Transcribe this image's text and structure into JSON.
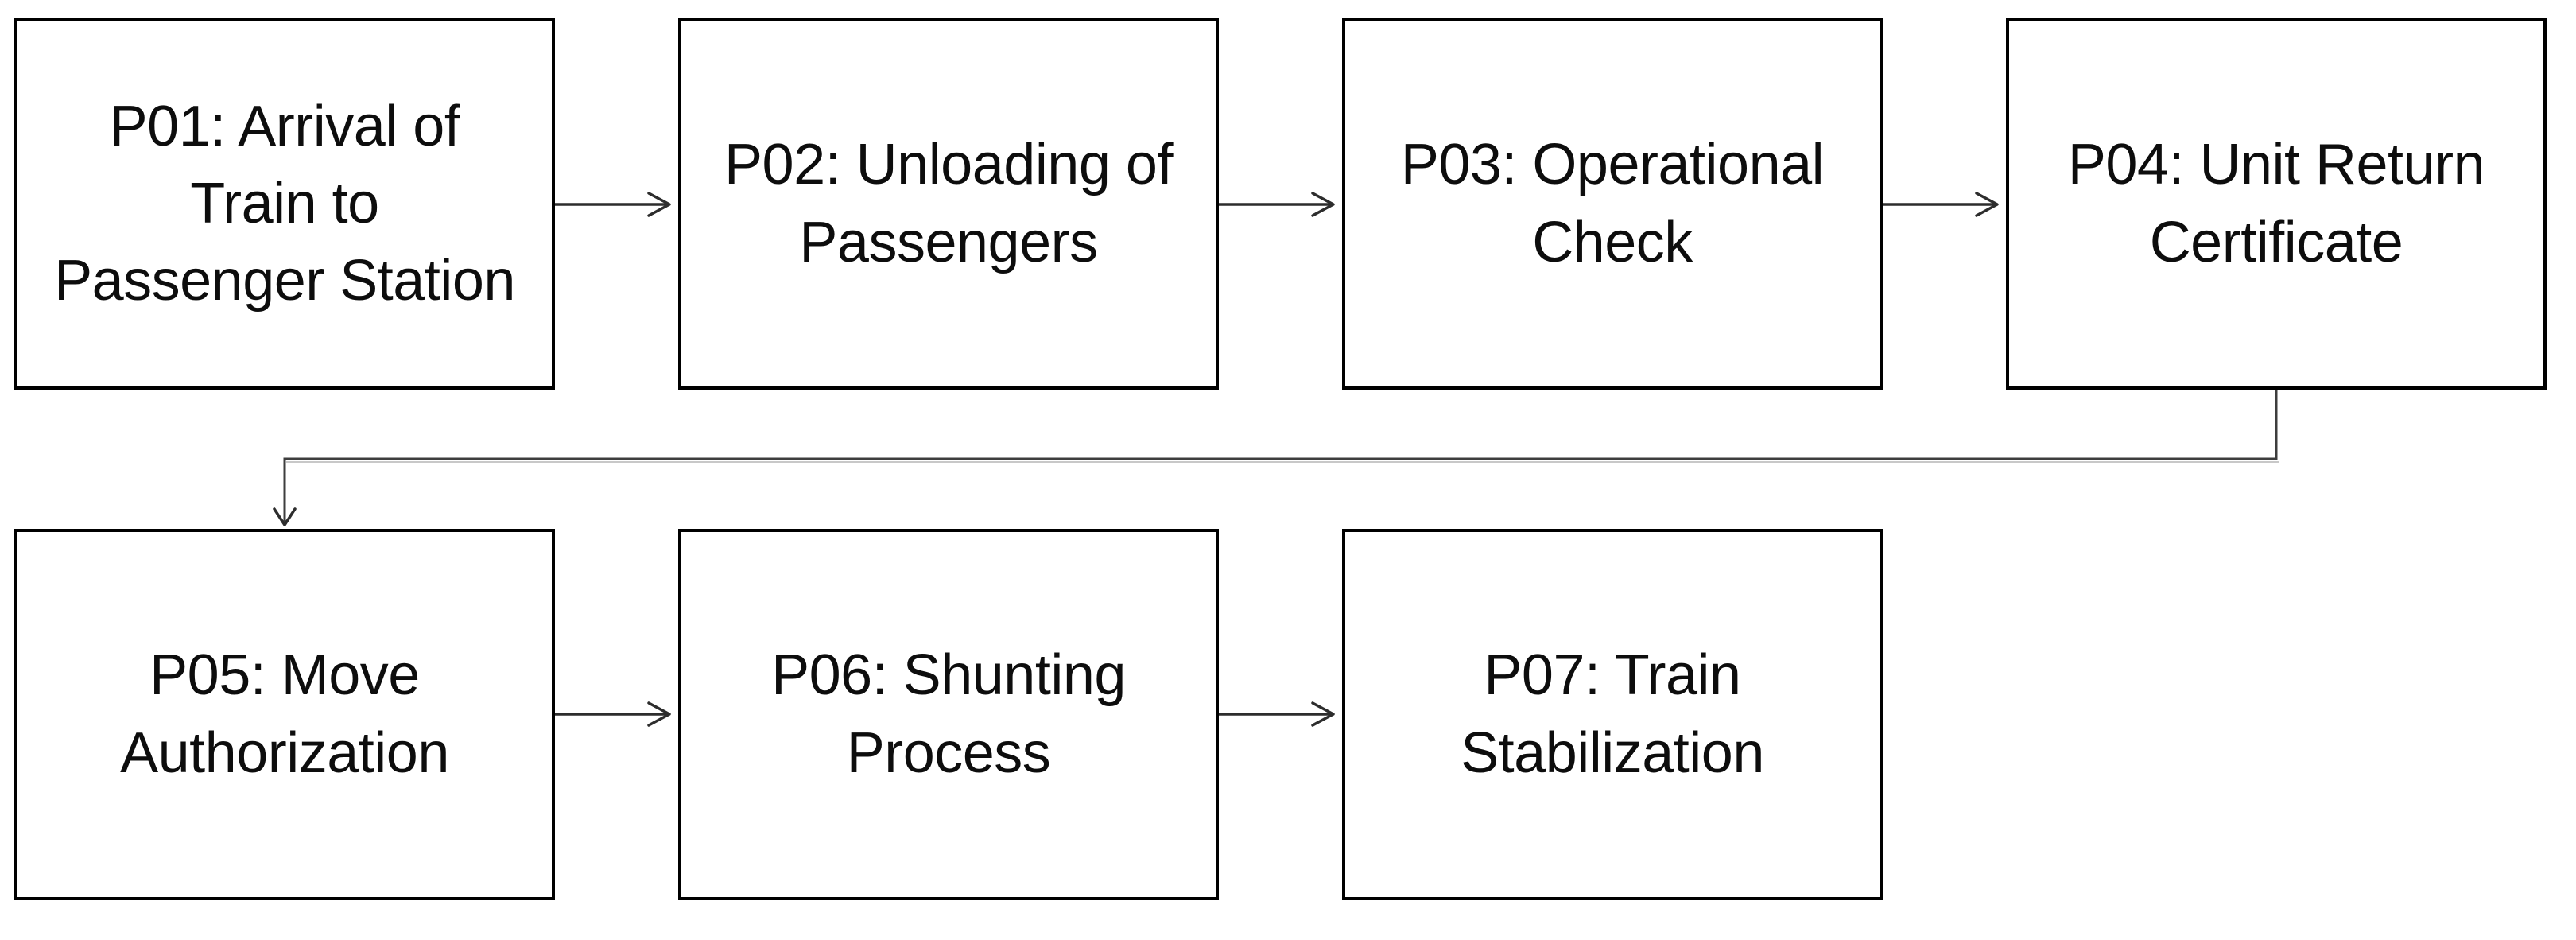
{
  "diagram": {
    "type": "flowchart",
    "background_color": "#ffffff",
    "box_border_color": "#000000",
    "box_fill_color": "#ffffff",
    "text_color": "#0d0d0d",
    "connector_color": "#2d2d2d",
    "nodes": [
      {
        "id": "P01",
        "label": "P01: Arrival of\nTrain to\nPassenger Station"
      },
      {
        "id": "P02",
        "label": "P02: Unloading of\nPassengers"
      },
      {
        "id": "P03",
        "label": "P03: Operational\nCheck"
      },
      {
        "id": "P04",
        "label": "P04: Unit Return\nCertificate"
      },
      {
        "id": "P05",
        "label": "P05: Move\nAuthorization"
      },
      {
        "id": "P06",
        "label": "P06: Shunting\nProcess"
      },
      {
        "id": "P07",
        "label": "P07: Train\nStabilization"
      }
    ],
    "edges": [
      {
        "from": "P01",
        "to": "P02",
        "style": "straight-arrow"
      },
      {
        "from": "P02",
        "to": "P03",
        "style": "straight-arrow"
      },
      {
        "from": "P03",
        "to": "P04",
        "style": "straight-arrow"
      },
      {
        "from": "P04",
        "to": "P05",
        "style": "elbow-arrow"
      },
      {
        "from": "P05",
        "to": "P06",
        "style": "straight-arrow"
      },
      {
        "from": "P06",
        "to": "P07",
        "style": "straight-arrow"
      }
    ]
  }
}
